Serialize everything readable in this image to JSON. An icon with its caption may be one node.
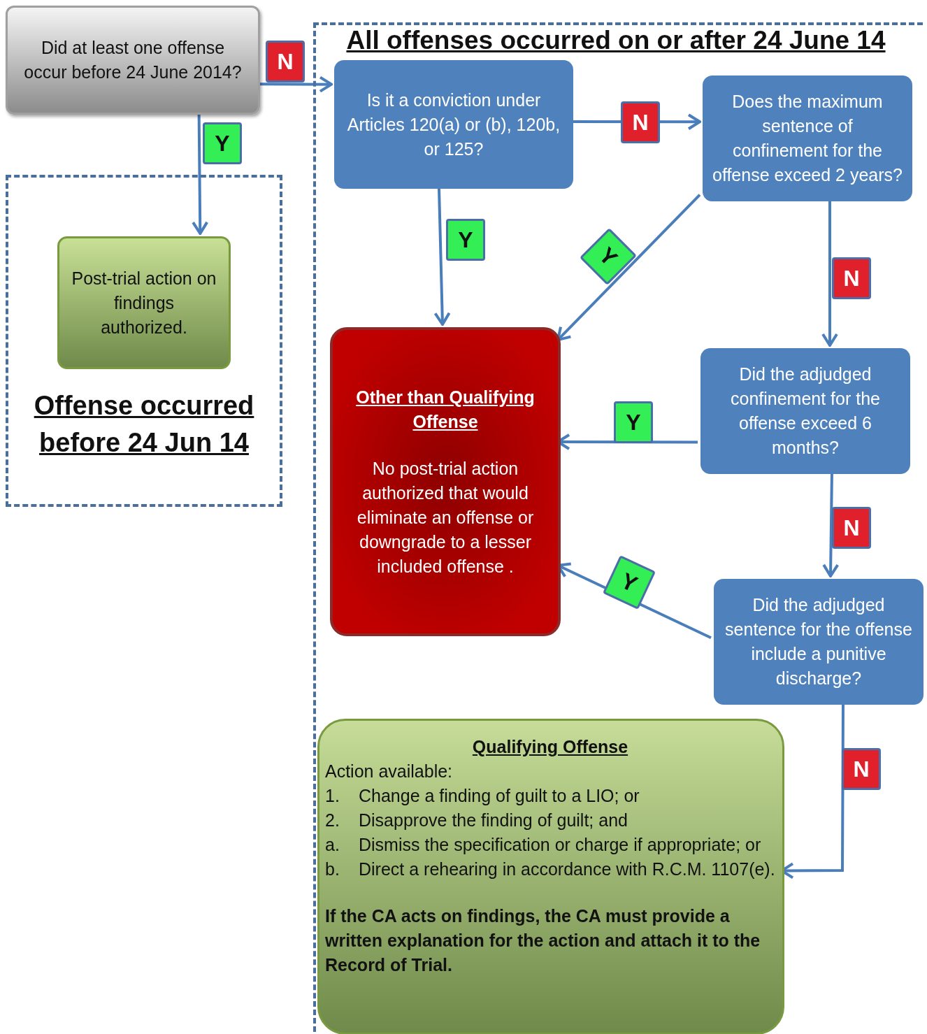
{
  "diagram": {
    "nodes": [
      {
        "text": [
          "Did at least one offense occur before 24 June 2014?"
        ]
      },
      {
        "text": [
          "Offense occurred before 24 Jun 14"
        ]
      },
      {
        "text": [
          "Post-trial action on findings authorized."
        ],
        "in": 1
      },
      {
        "text": [
          "All offenses occurred on or after 24 June 14"
        ]
      },
      {
        "text": [
          "Is it a conviction under Articles 120(a) or (b), 120b, or 125?"
        ],
        "in": 3
      },
      {
        "text": [
          "Does the maximum sentence of confinement for the offense exceed 2 years?"
        ],
        "in": 3
      },
      {
        "text": [
          "Other than Qualifying Offense",
          "No post-trial action authorized that would eliminate an offense or downgrade to a lesser included offense ."
        ],
        "in": 3
      },
      {
        "text": [
          "Did the adjudged confinement for the offense exceed 6 months?"
        ],
        "in": 3
      },
      {
        "text": [
          "Did the adjudged sentence for the offense include a punitive discharge?"
        ],
        "in": 3
      },
      {
        "text": [
          "Qualifying Offense",
          "Action available:",
          "1. Change a finding of guilt to a LIO; or",
          "2. Disapprove the finding of guilt; and",
          "a. Dismiss the specification or charge if appropriate; or",
          "b. Direct a rehearing in accordance with R.C.M. 1107(e).",
          "If the CA acts on findings, the CA must provide a written explanation for the action and attach it to the Record of Trial."
        ],
        "in": 3
      }
    ],
    "edges": [
      {
        "from": 0,
        "to": 4,
        "arrow": "to",
        "label": "N"
      },
      {
        "from": 0,
        "to": 2,
        "arrow": "to",
        "label": "Y"
      },
      {
        "from": 4,
        "to": 6,
        "arrow": "to",
        "label": "Y"
      },
      {
        "from": 4,
        "to": 5,
        "arrow": "to",
        "label": "N"
      },
      {
        "from": 5,
        "to": 6,
        "arrow": "to",
        "label": "Y"
      },
      {
        "from": 5,
        "to": 7,
        "arrow": "to",
        "label": "N"
      },
      {
        "from": 7,
        "to": 6,
        "arrow": "to",
        "label": "Y"
      },
      {
        "from": 7,
        "to": 8,
        "arrow": "to",
        "label": "N"
      },
      {
        "from": 8,
        "to": 6,
        "arrow": "to",
        "label": "Y"
      },
      {
        "from": 8,
        "to": 9,
        "arrow": "to",
        "label": "N"
      }
    ]
  }
}
